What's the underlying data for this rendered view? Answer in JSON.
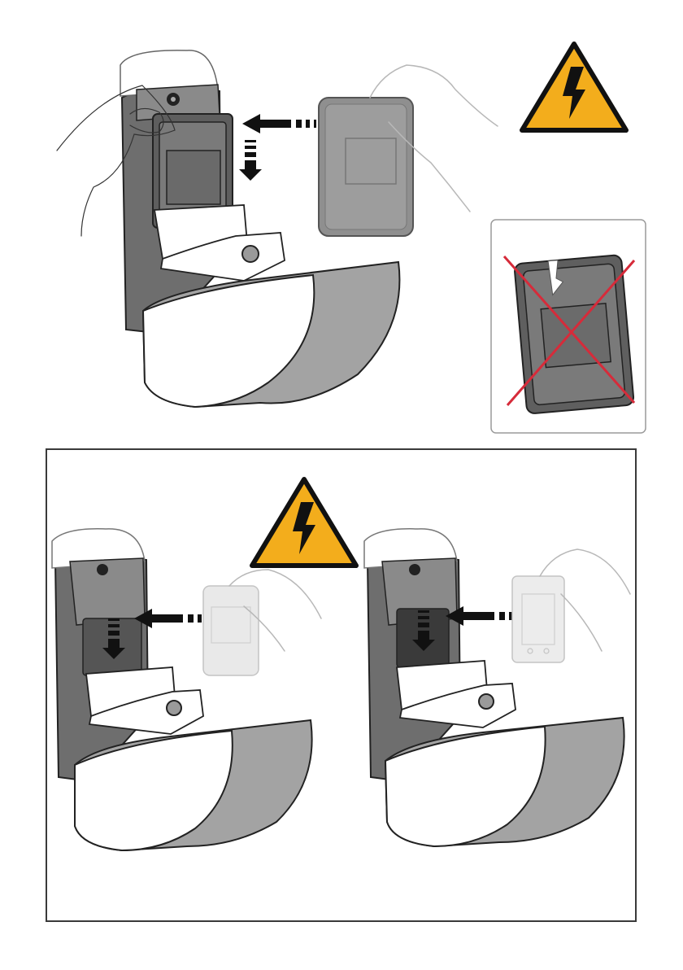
{
  "colors": {
    "warning": "#f3ad1c",
    "prohibit": "#d62b3a",
    "housing": "#6e6e6e",
    "housing_light": "#a3a3a3",
    "panel_border": "#3a3a3a"
  },
  "icons": {
    "warning": "high-voltage-warning-icon",
    "arrow": "insert-arrow-icon",
    "prohibit": "prohibited-cross-icon"
  },
  "panels": {
    "top": {
      "step": "insert-battery-pack",
      "has_warning": true,
      "has_prohibited_inset": true
    },
    "bottom_left": {
      "step": "insert-battery-slot-variant-a"
    },
    "bottom_right": {
      "step": "insert-battery-slot-variant-b"
    }
  }
}
